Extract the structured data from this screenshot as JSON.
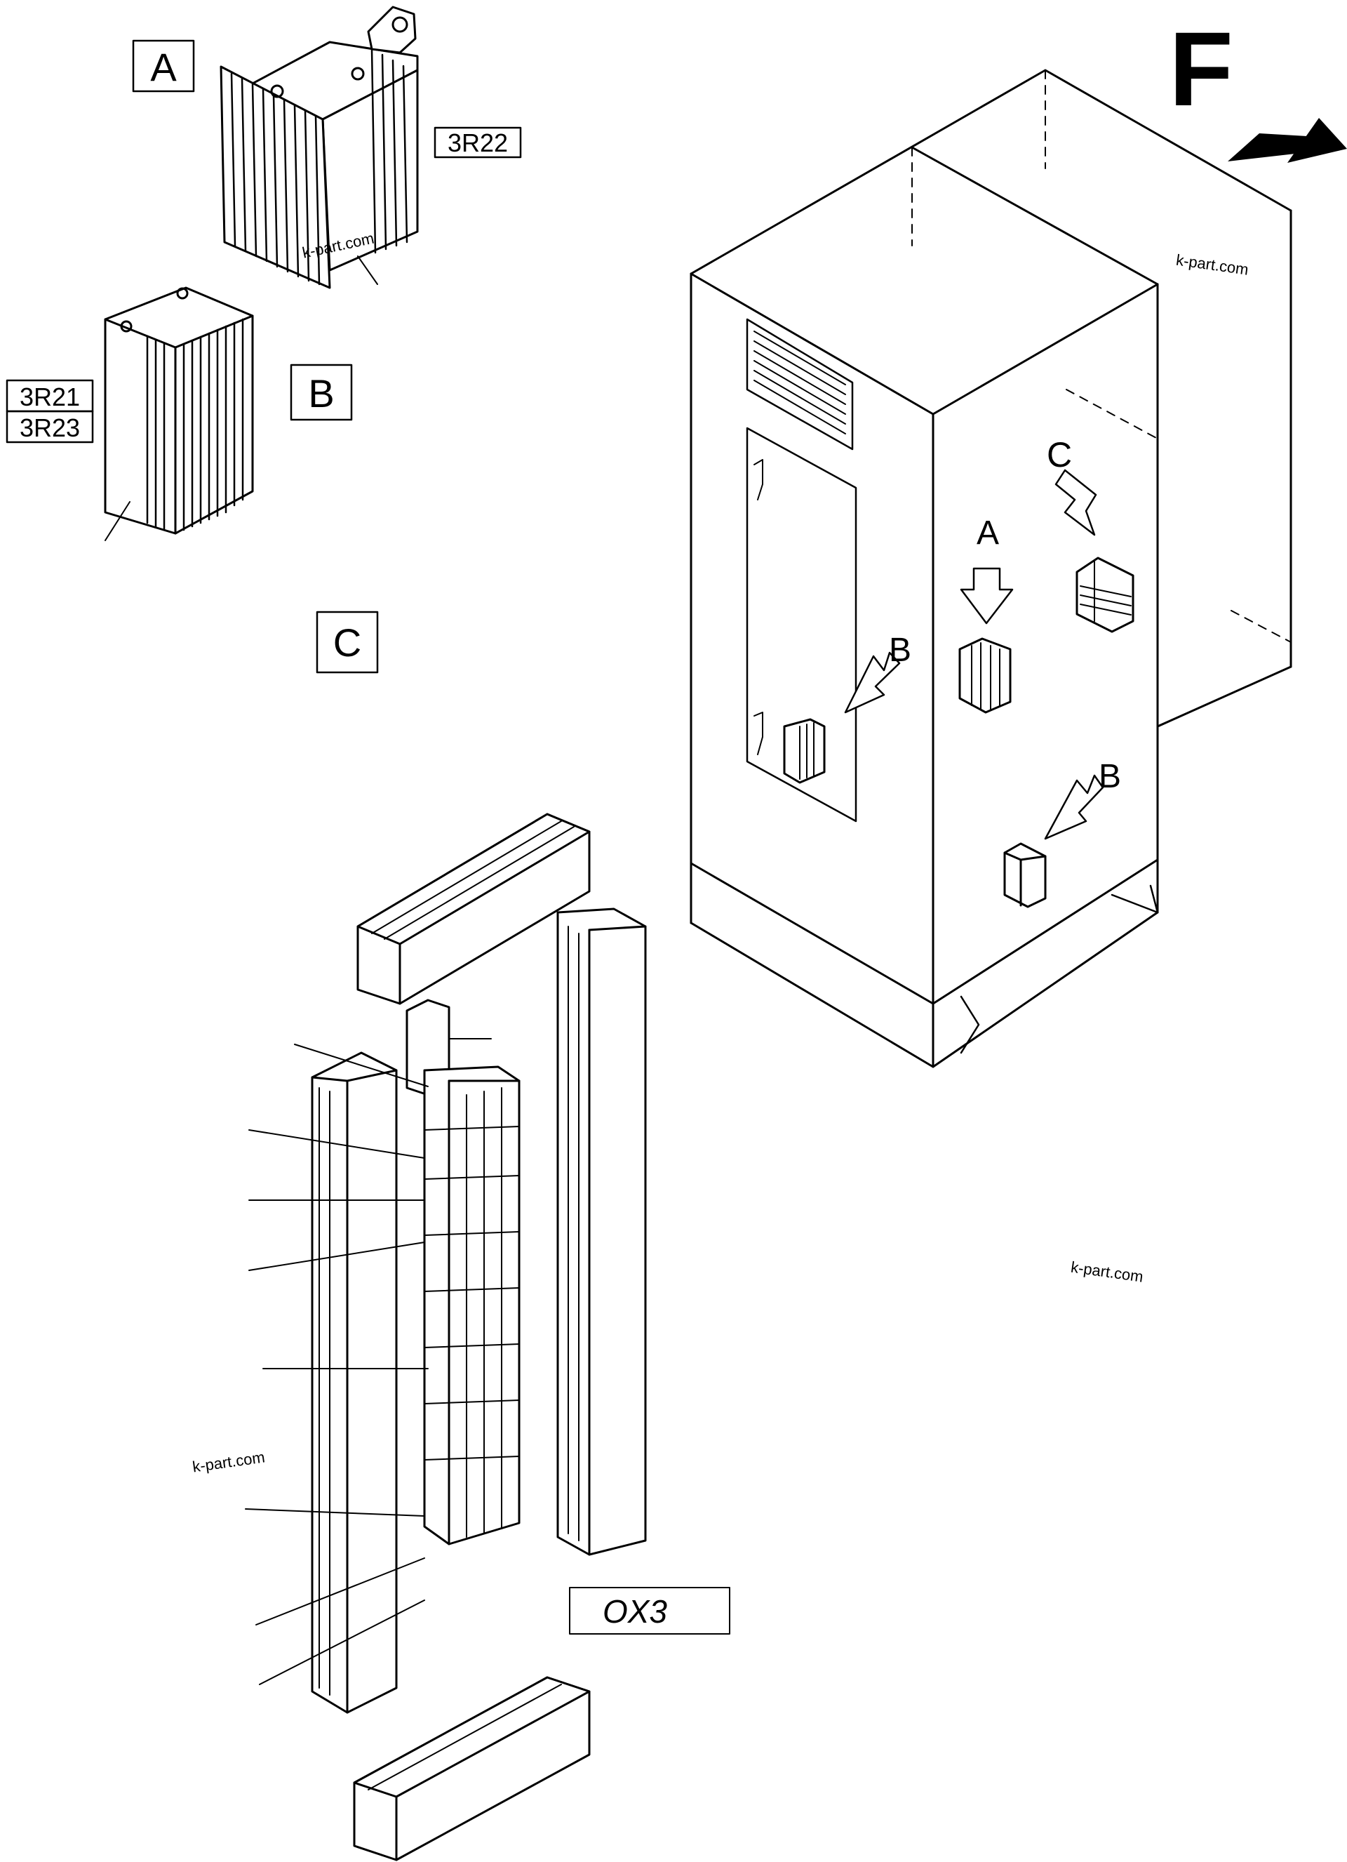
{
  "labels": {
    "detail_a": "A",
    "detail_b": "B",
    "detail_c": "C",
    "part_3r22": "3R22",
    "part_3r21": "3R21",
    "part_3r23": "3R23",
    "part_ox3": "OX3",
    "front_marker": "F",
    "callout_a": "A",
    "callout_b_door": "B",
    "callout_b_side": "B",
    "callout_c": "C"
  },
  "watermarks": {
    "w1": "k-part.com",
    "w2": "k-part.com",
    "w3": "k-part.com",
    "w4": "k-part.com"
  }
}
